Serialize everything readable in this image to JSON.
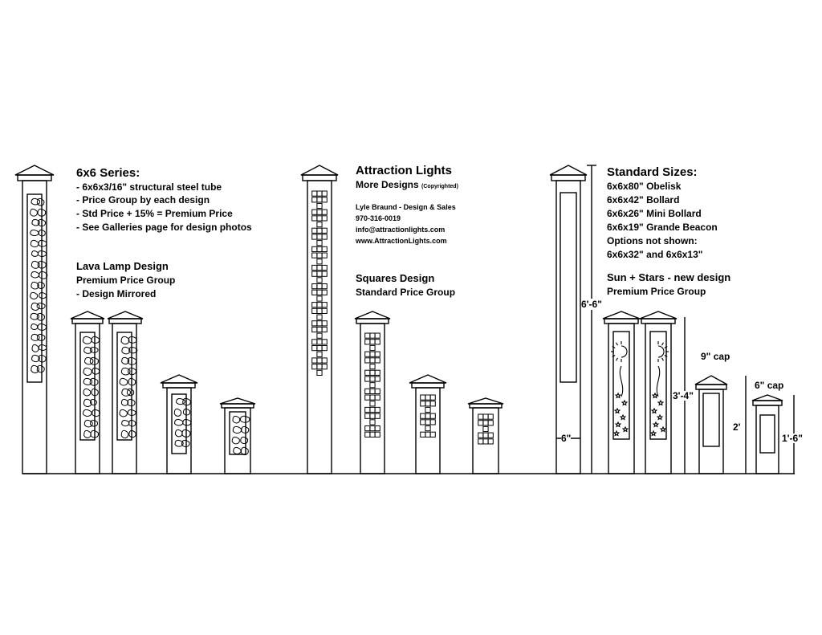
{
  "series_info": {
    "title": "6x6 Series:",
    "lines": [
      "- 6x6x3/16\" structural steel tube",
      "- Price Group by each design",
      "- Std Price + 15% = Premium Price",
      "- See Galleries page for design photos"
    ]
  },
  "lava": {
    "title": "Lava Lamp Design",
    "lines": [
      "Premium Price Group",
      "- Design Mirrored"
    ]
  },
  "brand": {
    "title": "Attraction Lights",
    "subtitle": "More Designs",
    "copyright": "(Copyrighted)",
    "contact": [
      "Lyle Braund - Design & Sales",
      "970-316-0019",
      "info@attractionlights.com",
      "www.AttractionLights.com"
    ]
  },
  "squares": {
    "title": "Squares Design",
    "lines": [
      "Standard Price Group"
    ]
  },
  "sizes": {
    "title": "Standard Sizes:",
    "lines": [
      "6x6x80\" Obelisk",
      "6x6x42\" Bollard",
      "6x6x26\" Mini Bollard",
      "6x6x19\" Grande Beacon",
      "Options not shown:",
      "6x6x32\" and 6x6x13\""
    ]
  },
  "sun": {
    "title": "Sun + Stars - new design",
    "lines": [
      "Premium Price Group"
    ]
  },
  "dimensions": {
    "obelisk_height": "6'-6\"",
    "post_width": "6\"",
    "bollard_height": "3'-4\"",
    "nine_cap": "9\" cap",
    "mini_height": "2'",
    "six_cap": "6\" cap",
    "beacon_height": "1'-6\""
  }
}
